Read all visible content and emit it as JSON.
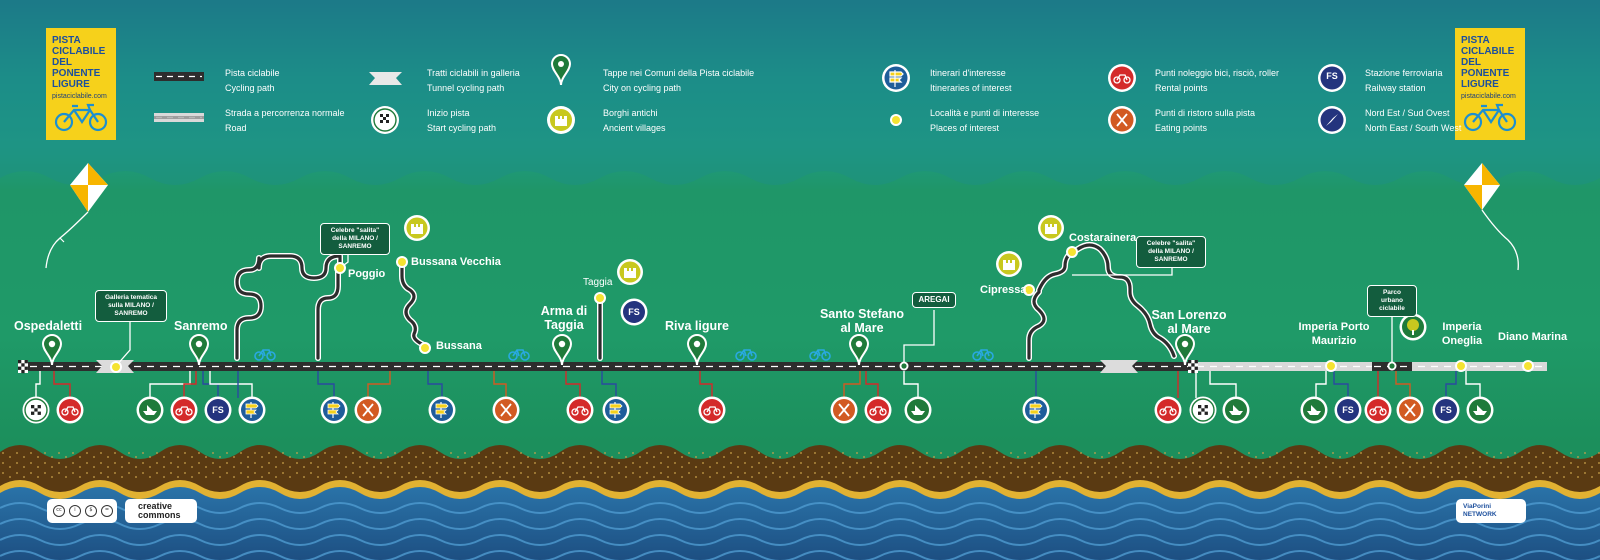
{
  "logo": {
    "line1": "PISTA",
    "line2": "CICLABILE",
    "line3": "DEL PONENTE",
    "line4": "LIGURE",
    "site": "pistaciclabile.com"
  },
  "legend": [
    {
      "it": "Pista ciclabile",
      "en": "Cycling path"
    },
    {
      "it": "Strada a percorrenza normale",
      "en": "Road"
    },
    {
      "it": "Tratti ciclabili in galleria",
      "en": "Tunnel cycling path"
    },
    {
      "it": "Inizio pista",
      "en": "Start cycling path"
    },
    {
      "it": "Tappe nei Comuni della Pista ciclabile",
      "en": "City on cycling path"
    },
    {
      "it": "Borghi antichi",
      "en": "Ancient villages"
    },
    {
      "it": "Itinerari d'interesse",
      "en": "Itineraries of interest"
    },
    {
      "it": "Località e punti di interesse",
      "en": "Places of interest"
    },
    {
      "it": "Punti noleggio bici, risciò, roller",
      "en": "Rental points"
    },
    {
      "it": "Punti di ristoro sulla pista",
      "en": "Eating points"
    },
    {
      "it": "Stazione ferroviaria",
      "en": "Railway station"
    },
    {
      "it": "Nord Est / Sud Ovest",
      "en": "North East / South West"
    }
  ],
  "fs_label": "FS",
  "signs": {
    "galleria": "Galleria tematica sulla MILANO / SANREMO",
    "salita1": "Celebre \"salita\" della MILANO / SANREMO",
    "salita2": "Celebre \"salita\" della MILANO / SANREMO",
    "aregai": "AREGAI",
    "parco": "Parco urbano ciclabile"
  },
  "places": {
    "ospedaletti": "Ospedaletti",
    "sanremo": "Sanremo",
    "poggio": "Poggio",
    "bussana_vecchia": "Bussana Vecchia",
    "bussana": "Bussana",
    "taggia": "Taggia",
    "arma": "Arma di Taggia",
    "riva": "Riva ligure",
    "santo_stefano": "Santo Stefano al Mare",
    "cipressa": "Cipressa",
    "costarainera": "Costarainera",
    "san_lorenzo": "San Lorenzo al Mare",
    "imperia_pm": "Imperia Porto Maurizio",
    "imperia_on": "Imperia Oneglia",
    "diano": "Diano Marina"
  },
  "footer": {
    "cc": "creative commons",
    "network": "ViaPorini NETWORK"
  },
  "colors": {
    "rental": "#d42a2a",
    "eating": "#d25a22",
    "station": "#24347e",
    "itinerary": "#1e5d9a",
    "village": "#c8c81f",
    "path": "#2d2d2d",
    "poi": "#f5e332"
  }
}
